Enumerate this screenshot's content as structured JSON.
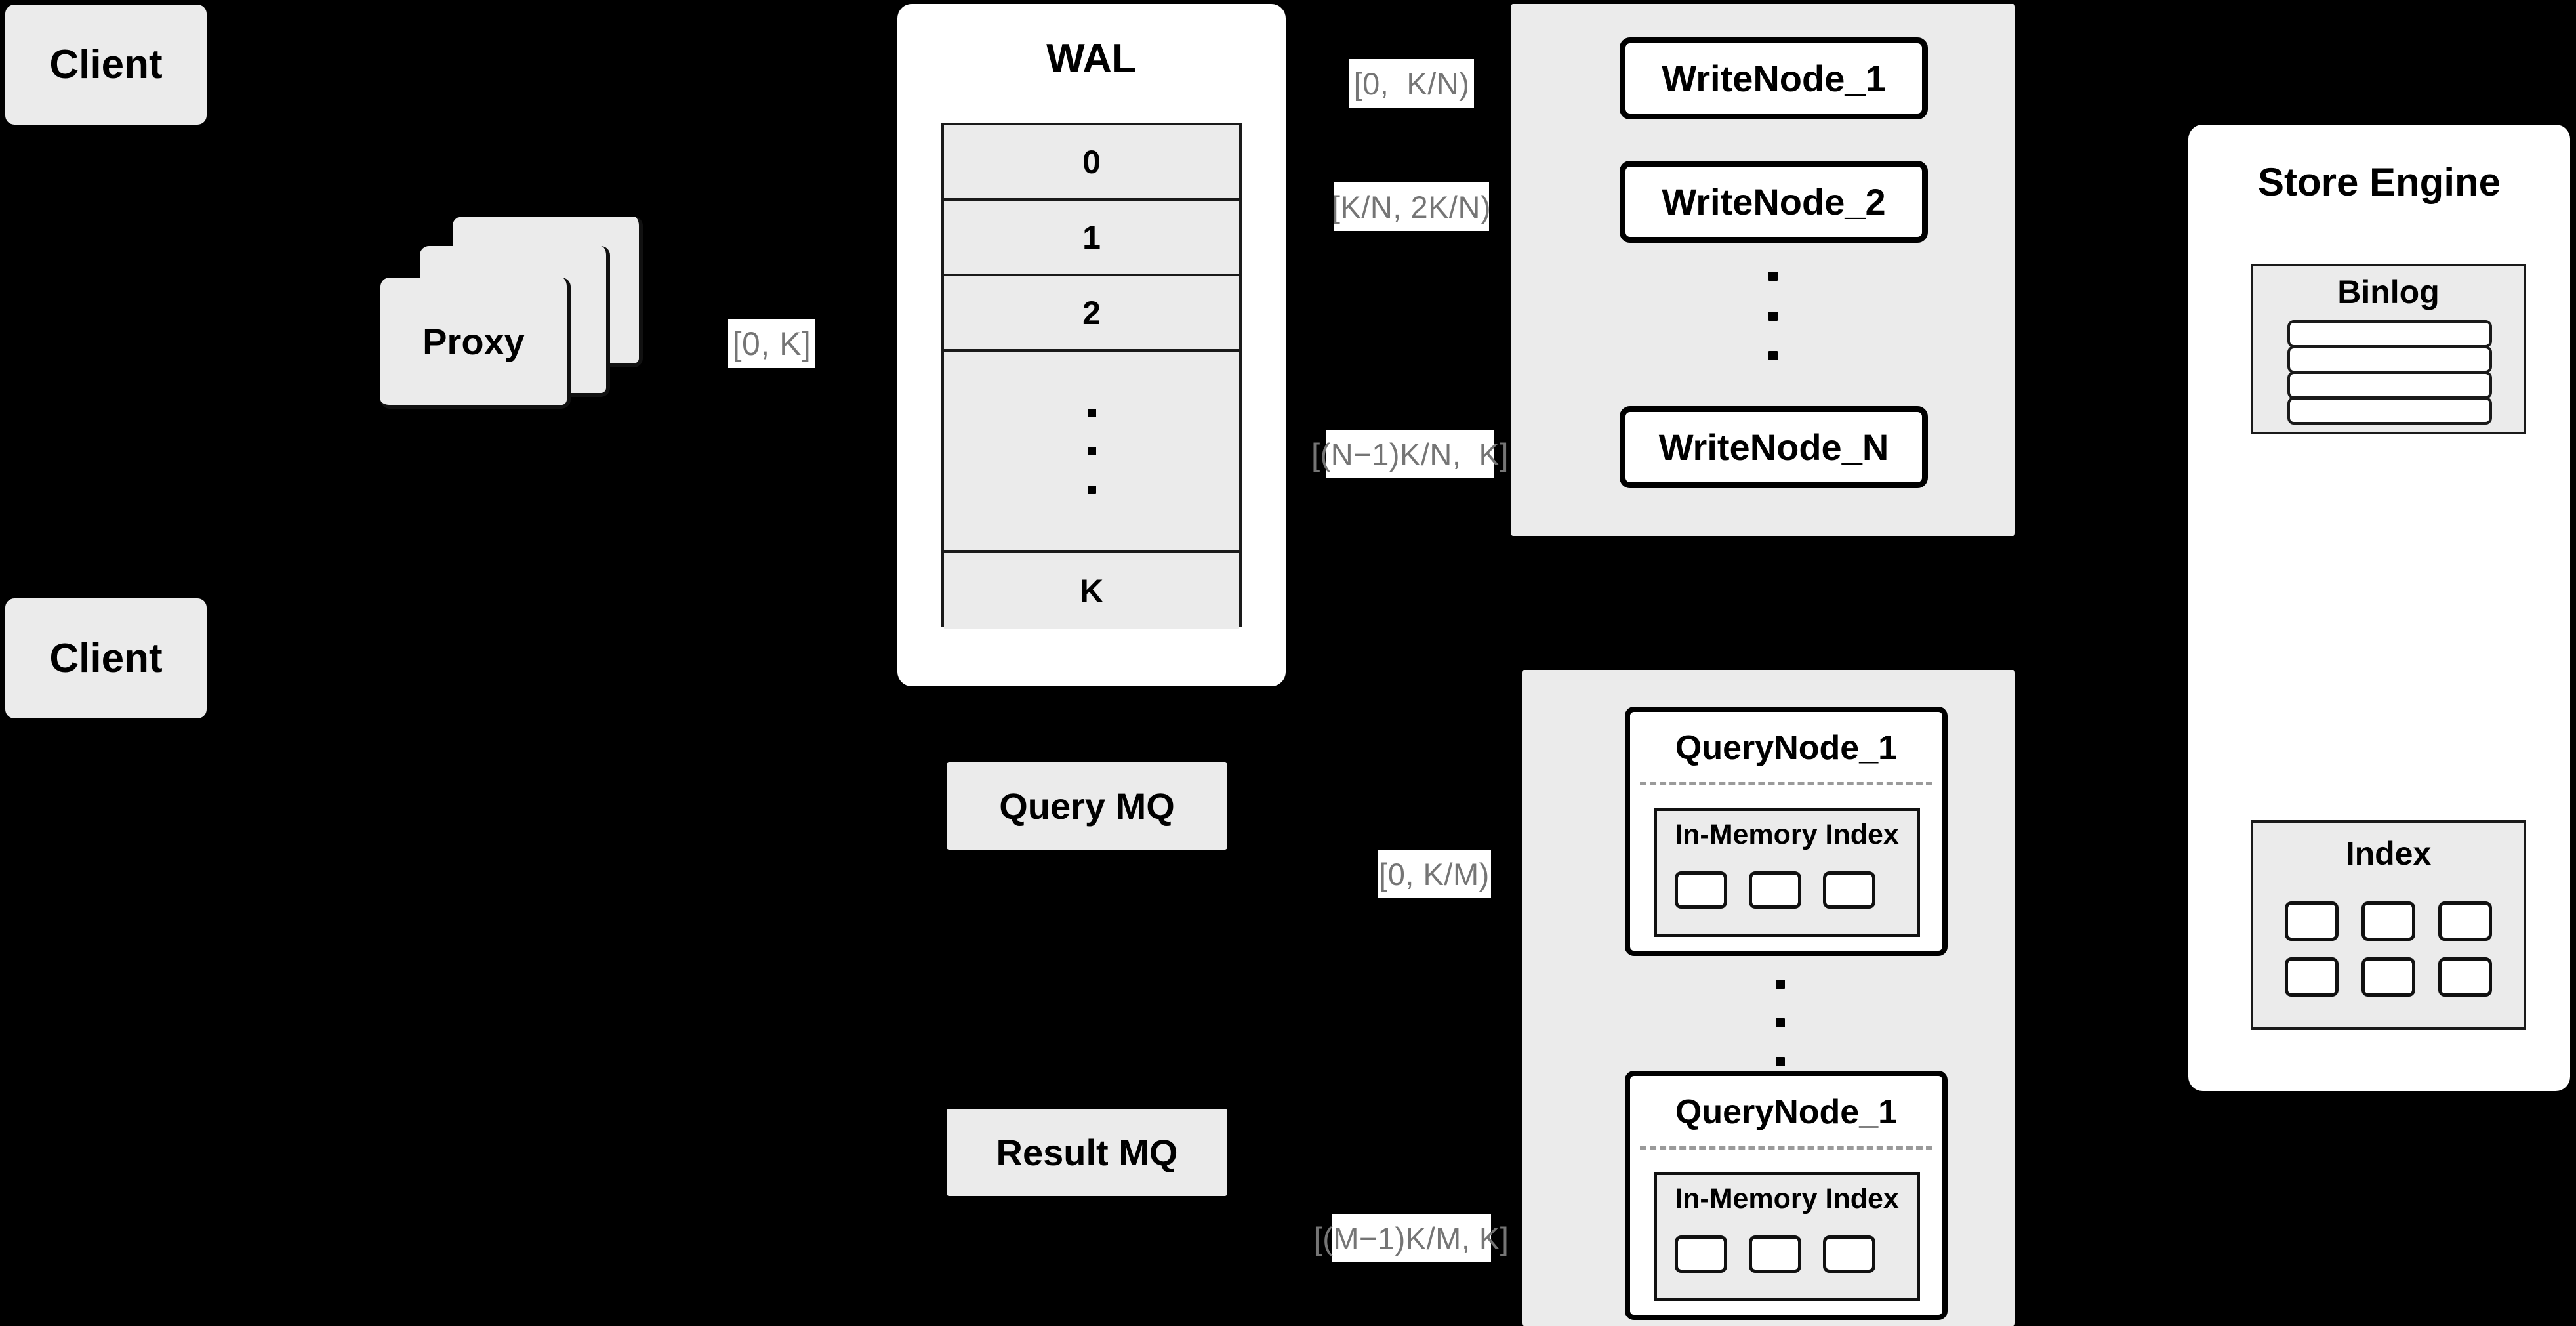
{
  "diagram": {
    "title": "Distributed Vector Database Write/Query Architecture",
    "background_color": "#000000",
    "card_color": "#ebebeb",
    "panel_white": "#ffffff",
    "label_text_color": "#757575",
    "border_color": "#000000"
  },
  "clients": [
    {
      "label": "Client"
    },
    {
      "label": "Client"
    }
  ],
  "proxy": {
    "label": "Proxy",
    "stack_count": 3
  },
  "labels": {
    "proxy_to_wal": "[0, K]",
    "write_node_1": "[0,  K/N)",
    "write_node_2": "[K/N, 2K/N)",
    "write_node_n": "[(N−1)K/N,  K]",
    "query_node_1": "[0, K/M)",
    "query_node_m": "[(M−1)K/M, K]"
  },
  "wal": {
    "title": "WAL",
    "rows": [
      "0",
      "1",
      "2",
      "⋮",
      "K"
    ],
    "ellipsis_row_index": 3
  },
  "write_nodes": {
    "items": [
      {
        "label": "WriteNode_1"
      },
      {
        "label": "WriteNode_2"
      },
      {
        "label": "WriteNode_N"
      }
    ],
    "ellipsis": "⋮"
  },
  "query_nodes": {
    "items": [
      {
        "label": "QueryNode_1",
        "in_memory_index": {
          "title": "In-Memory Index",
          "cell_count": 3
        }
      },
      {
        "label": "QueryNode_1",
        "in_memory_index": {
          "title": "In-Memory Index",
          "cell_count": 3
        }
      }
    ],
    "ellipsis": "⋮"
  },
  "message_queues": [
    {
      "label": "Query MQ"
    },
    {
      "label": "Result MQ"
    }
  ],
  "store_engine": {
    "title": "Store Engine",
    "binlog": {
      "title": "Binlog",
      "bar_count": 4
    },
    "index": {
      "title": "Index",
      "rows": 2,
      "cols": 3
    }
  },
  "icons": {
    "arrow_solid": "arrow-right-solid-icon",
    "arrow_open": "arrow-right-open-icon",
    "vertical_ellipsis": "vertical-ellipsis-icon"
  }
}
